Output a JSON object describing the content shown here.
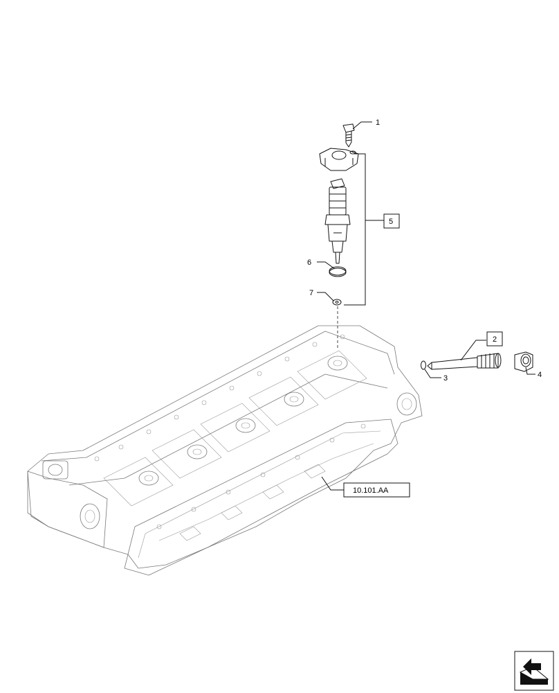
{
  "callouts": {
    "c1": "1",
    "c2": "2",
    "c3": "3",
    "c4": "4",
    "c5": "5",
    "c6": "6",
    "c7": "7"
  },
  "reference": "10.101.AA",
  "nav_icon": "book-arrow-icon"
}
